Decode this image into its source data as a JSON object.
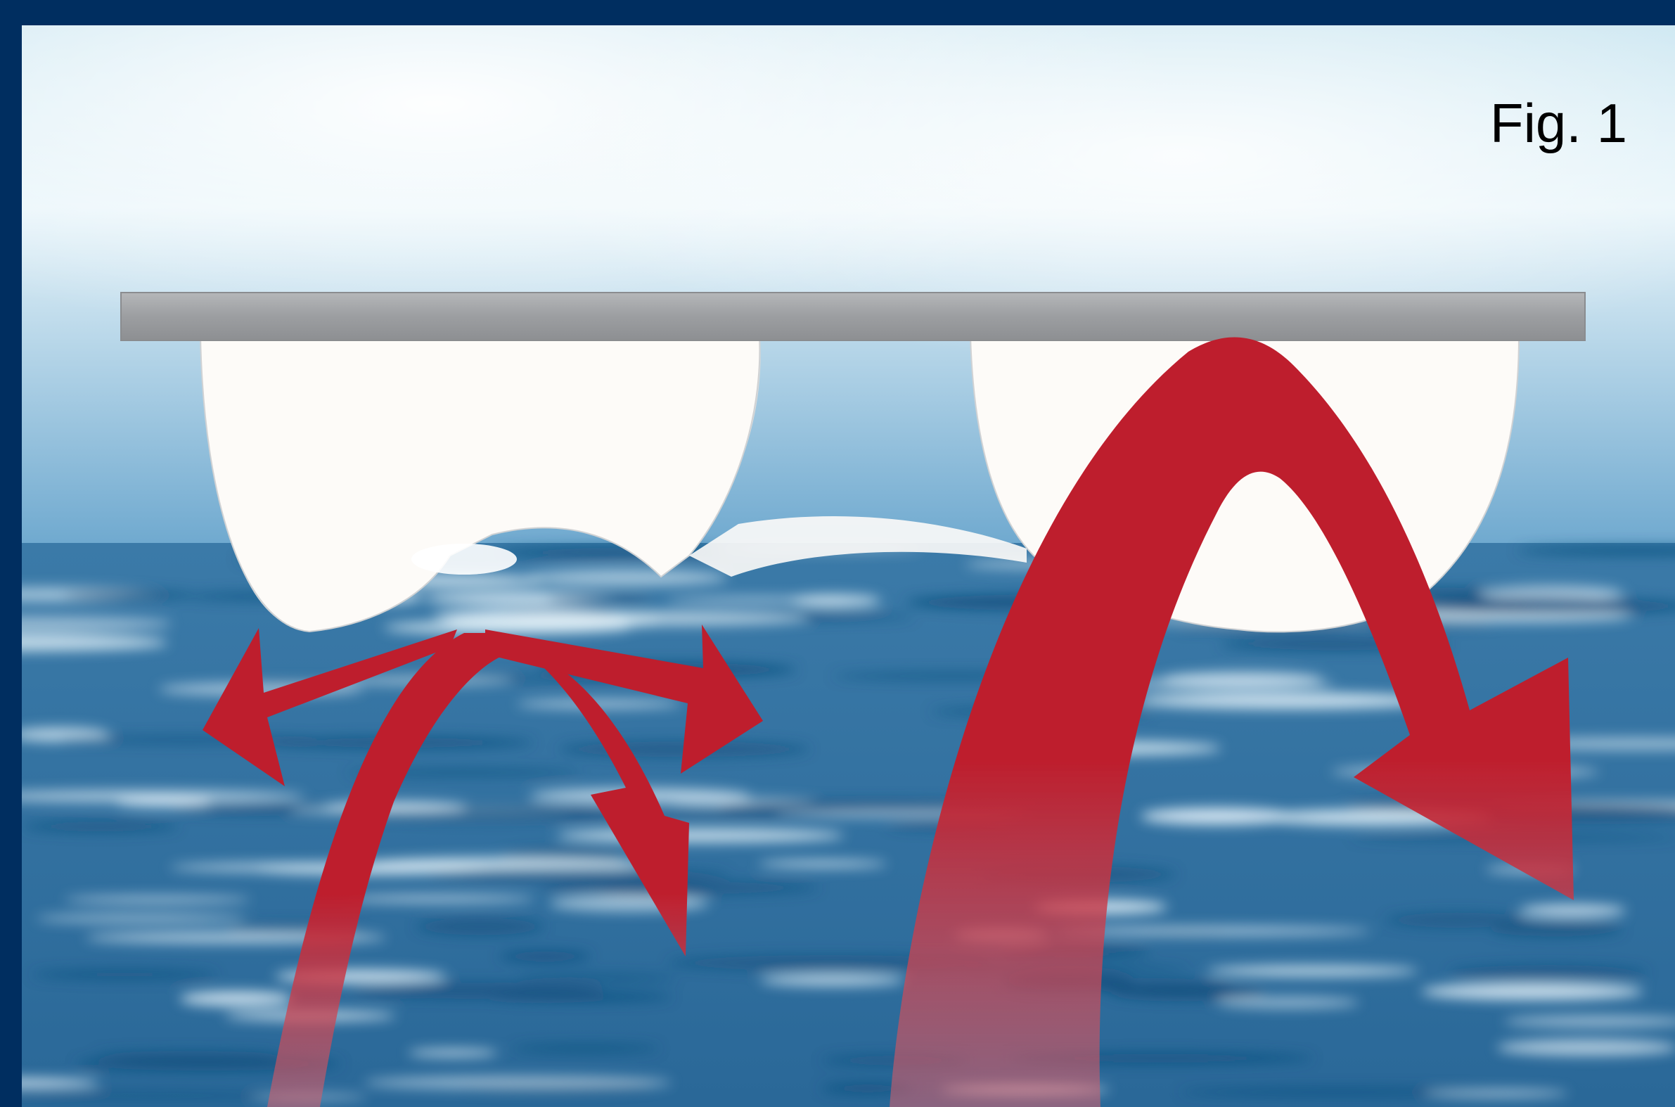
{
  "figure": {
    "label": "Fig. 1"
  },
  "colors": {
    "frame": "#002e60",
    "sky_top": "#d7eef6",
    "sky_bottom": "#7fb7d8",
    "water_dark": "#1a5c8e",
    "water_light": "#e3f1f8",
    "plate": "#a4a6a9",
    "dome": "#fdfbf8",
    "arrow": "#be1e2d"
  },
  "icons": {
    "plate": "gray-plate",
    "domes": "white-dome-shapes",
    "arrows": "red-flow-arrows"
  }
}
